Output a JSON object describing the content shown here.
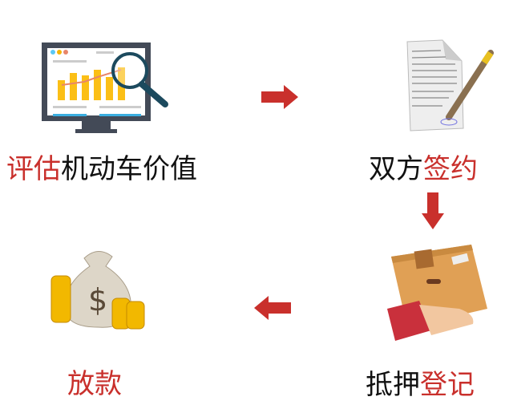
{
  "steps": [
    {
      "label_red": "评估",
      "label_black": "机动车价值",
      "icon": "monitor-chart-magnifier-icon"
    },
    {
      "label_black": "双方",
      "label_red": "签约",
      "icon": "document-pen-icon"
    },
    {
      "label_black": "抵押",
      "label_red": "登记",
      "icon": "package-hand-icon"
    },
    {
      "label_red": "放款",
      "icon": "money-bag-coins-icon"
    }
  ],
  "colors": {
    "accent": "#c9302c",
    "text": "#111111"
  }
}
